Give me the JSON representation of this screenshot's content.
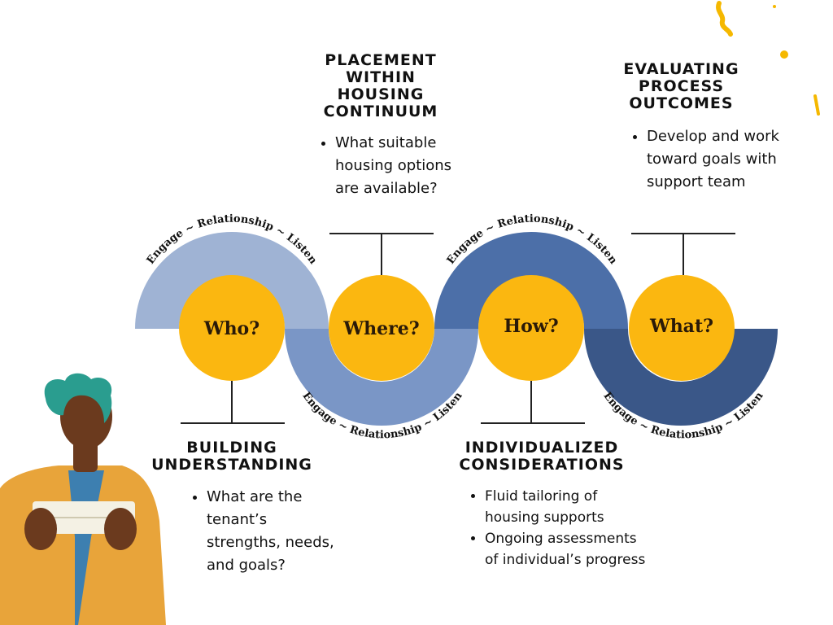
{
  "colors": {
    "band_1": "#9fb3d4",
    "band_2": "#7a96c6",
    "band_3": "#4c6fa8",
    "band_4": "#3a5788",
    "node": "#fbb710",
    "connector": "#222222",
    "accent": "#f5b800"
  },
  "arc_label": "Engage ~ Relationship ~ Listen",
  "nodes": [
    {
      "id": "who",
      "label": "Who?"
    },
    {
      "id": "where",
      "label": "Where?"
    },
    {
      "id": "how",
      "label": "How?"
    },
    {
      "id": "what",
      "label": "What?"
    }
  ],
  "sections": {
    "building": {
      "title": "BUILDING UNDERSTANDING",
      "bullets": [
        "What are the tenant’s strengths, needs, and goals?"
      ]
    },
    "placement": {
      "title": "PLACEMENT WITHIN HOUSING CONTINUUM",
      "bullets": [
        "What suitable housing options are available?"
      ]
    },
    "individualized": {
      "title": "INDIVIDUALIZED CONSIDERATIONS",
      "bullets": [
        "Fluid tailoring of housing supports",
        "Ongoing assessments of individual’s progress"
      ]
    },
    "evaluating": {
      "title": "EVALUATING PROCESS OUTCOMES",
      "bullets": [
        "Develop and work toward goals with support team"
      ]
    }
  },
  "illustration": {
    "subject": "person-reading-document",
    "hair_color": "#2a9d8f",
    "skin_color": "#6b3a1e",
    "jacket_color": "#e8a43a",
    "shirt_color": "#3d7fb0",
    "paper_color": "#f4f1e4"
  }
}
